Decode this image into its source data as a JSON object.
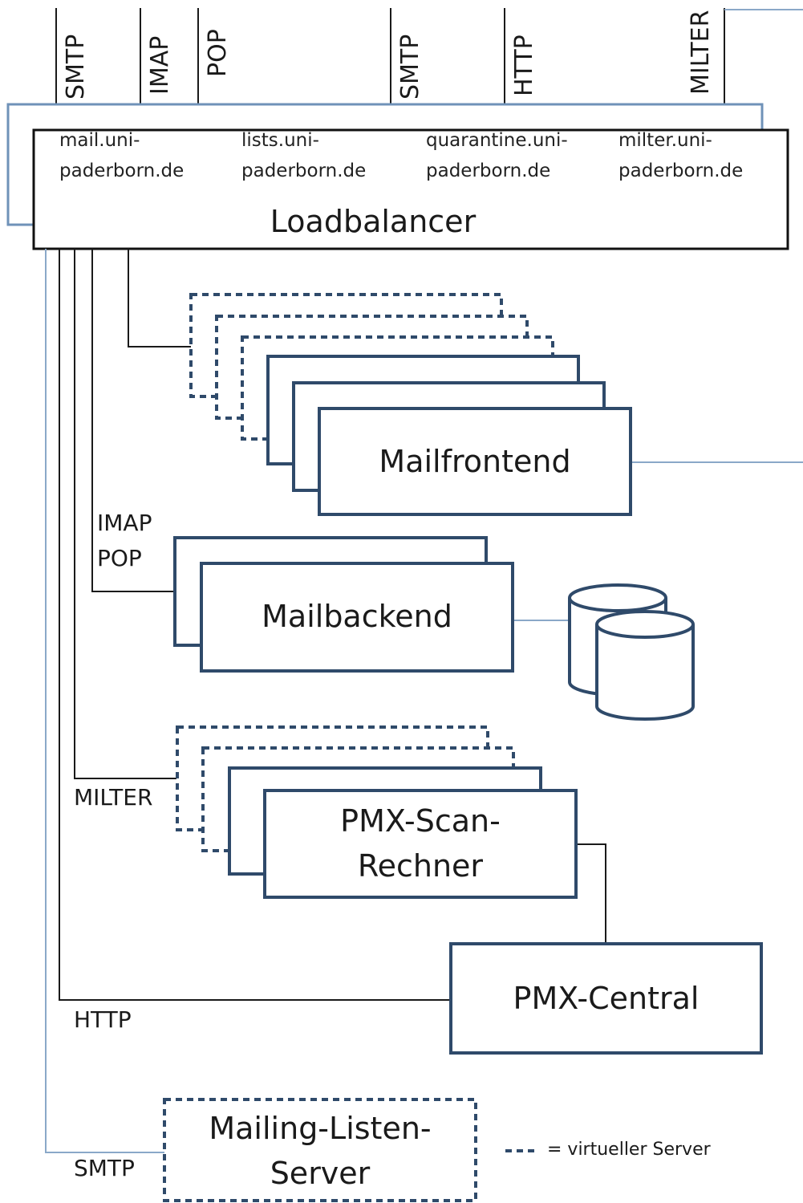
{
  "top_protocols": [
    "SMTP",
    "IMAP",
    "POP",
    "SMTP",
    "HTTP",
    "MILTER"
  ],
  "hosts": [
    {
      "line1": "mail.uni-",
      "line2": "paderborn.de"
    },
    {
      "line1": "lists.uni-",
      "line2": "paderborn.de"
    },
    {
      "line1": "quarantine.uni-",
      "line2": "paderborn.de"
    },
    {
      "line1": "milter.uni-",
      "line2": "paderborn.de"
    }
  ],
  "loadbalancer": "Loadbalancer",
  "mailfrontend": "Mailfrontend",
  "mailbackend": "Mailbackend",
  "pmx_scan": {
    "line1": "PMX-Scan-",
    "line2": "Rechner"
  },
  "pmx_central": "PMX-Central",
  "mailing_list": {
    "line1": "Mailing-Listen-",
    "line2": "Server"
  },
  "side_labels": {
    "imap": "IMAP",
    "pop": "POP",
    "milter": "MILTER",
    "http": "HTTP",
    "smtp": "SMTP"
  },
  "legend_text": "= virtueller Server",
  "colors": {
    "box_border": "#2f4a6a",
    "outer_border": "#6f92b8",
    "line_dark": "#1a1a1a",
    "line_light": "#8aa8c8"
  }
}
